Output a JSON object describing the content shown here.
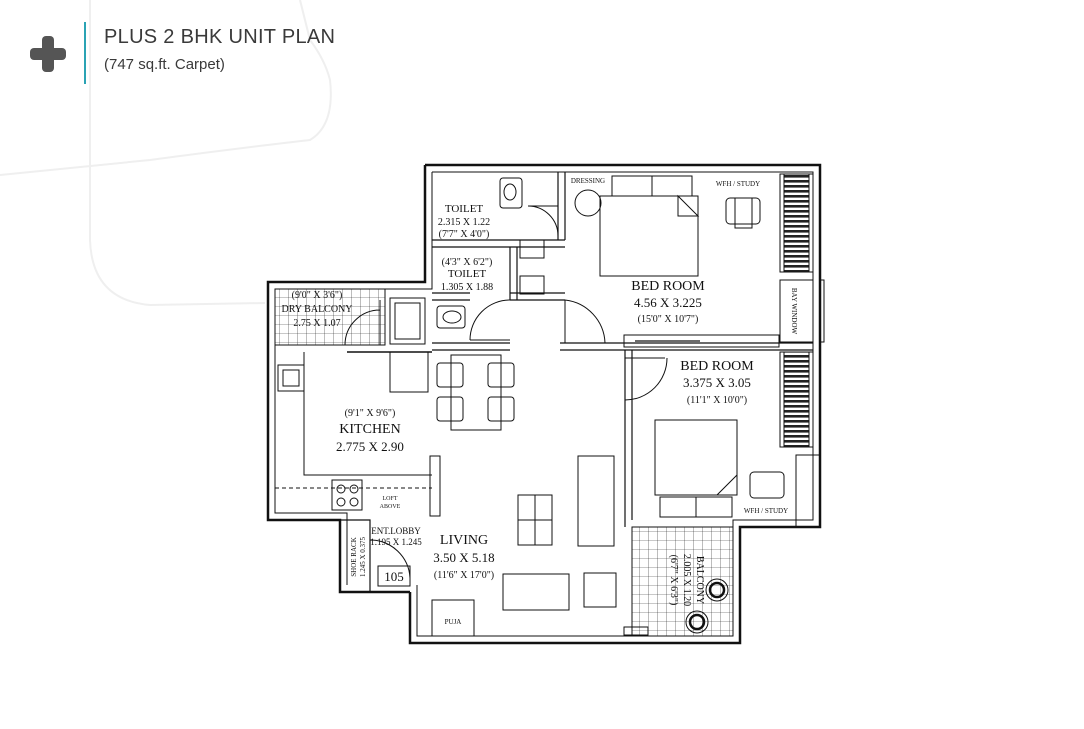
{
  "header": {
    "title": "PLUS 2 BHK UNIT PLAN",
    "subtitle": "(747 sq.ft. Carpet)",
    "icon": "plus-icon",
    "accent_color": "#2aa3b4",
    "icon_color": "#555555"
  },
  "rooms": {
    "toilet1": {
      "name": "TOILET",
      "metric": "2.315 X 1.22",
      "imperial": "(7'7\" X 4'0\")"
    },
    "toilet2": {
      "imperial": "(4'3\" X 6'2\")",
      "name": "TOILET",
      "metric": "1.305 X 1.88"
    },
    "dressing": {
      "name": "DRESSING"
    },
    "wfh1": {
      "name": "WFH / STUDY"
    },
    "bed1": {
      "name": "BED ROOM",
      "metric": "4.56 X 3.225",
      "imperial": "(15'0\" X 10'7\")"
    },
    "bay_window": {
      "name": "BAY WINDOW"
    },
    "dry_balcony": {
      "imperial": "(9'0\" X 3'6\")",
      "name": "DRY BALCONY",
      "metric": "2.75 X 1.07"
    },
    "bed2": {
      "name": "BED ROOM",
      "metric": "3.375 X 3.05",
      "imperial": "(11'1\" X 10'0\")"
    },
    "kitchen": {
      "imperial": "(9'1\" X 9'6\")",
      "name": "KITCHEN",
      "metric": "2.775 X 2.90"
    },
    "loft": {
      "line1": "LOFT",
      "line2": "ABOVE"
    },
    "wfh2": {
      "name": "WFH / STUDY"
    },
    "ent_lobby": {
      "name": "ENT.LOBBY",
      "metric": "1.195 X 1.245"
    },
    "shoe_rack": {
      "name": "SHOE RACK",
      "metric": "1.245 X 0.375"
    },
    "living": {
      "name": "LIVING",
      "metric": "3.50 X 5.18",
      "imperial": "(11'6\" X 17'0\")"
    },
    "balcony": {
      "name": "BALCONY",
      "metric": "2.005 X 1.20",
      "imperial": "(6'7\" X 6'3\")"
    },
    "puja": {
      "name": "PUJA"
    },
    "unit_number": "105"
  }
}
